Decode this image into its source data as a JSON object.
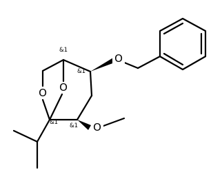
{
  "atoms": {
    "ring_oxygen_left": "O",
    "ring_oxygen_bridge": "O",
    "ether_oxygen_methoxy": "O",
    "ether_oxygen_benzyloxy": "O"
  },
  "stereo_labels": {
    "top_bridgehead": "&1",
    "benzyloxy_carbon": "&1",
    "quaternary_carbon": "&1",
    "methoxy_carbon": "&1"
  }
}
